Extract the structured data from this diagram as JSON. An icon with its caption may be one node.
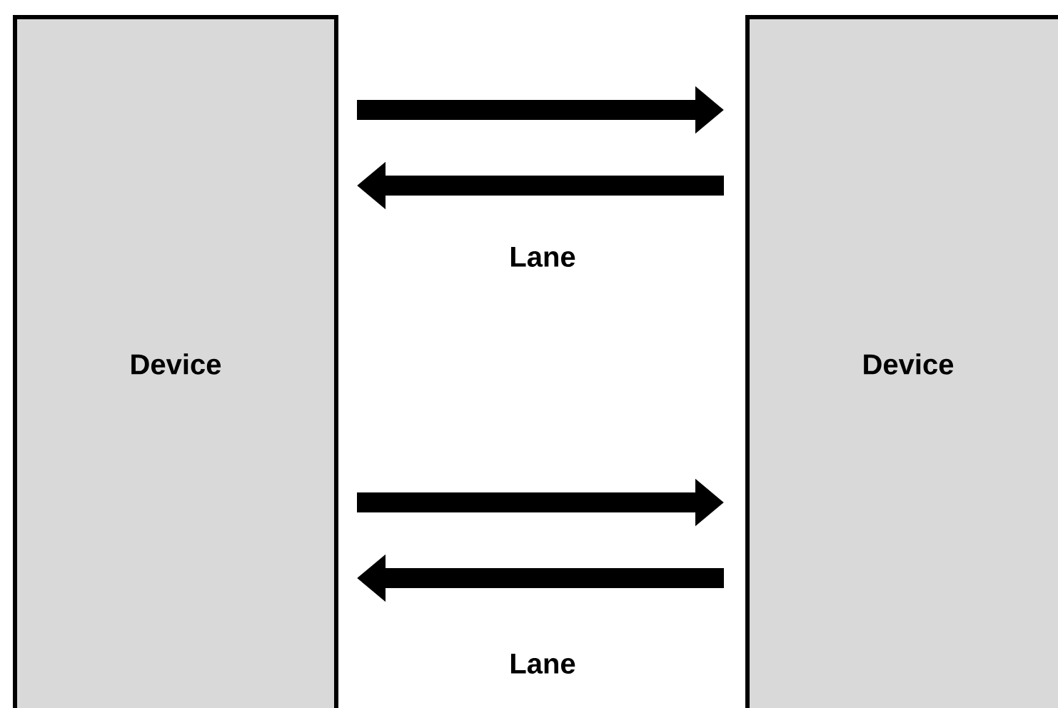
{
  "diagram": {
    "nodes": [
      {
        "text": [
          "Device"
        ]
      },
      {
        "text": [
          "Device"
        ]
      }
    ],
    "edges": [
      {
        "from": 0,
        "to": 1,
        "arrow": "to"
      },
      {
        "from": 1,
        "to": 0,
        "arrow": "to"
      },
      {
        "from": 0,
        "to": 1,
        "arrow": "to"
      },
      {
        "from": 1,
        "to": 0,
        "arrow": "to"
      }
    ],
    "labels": [
      "Lane",
      "Lane"
    ]
  }
}
